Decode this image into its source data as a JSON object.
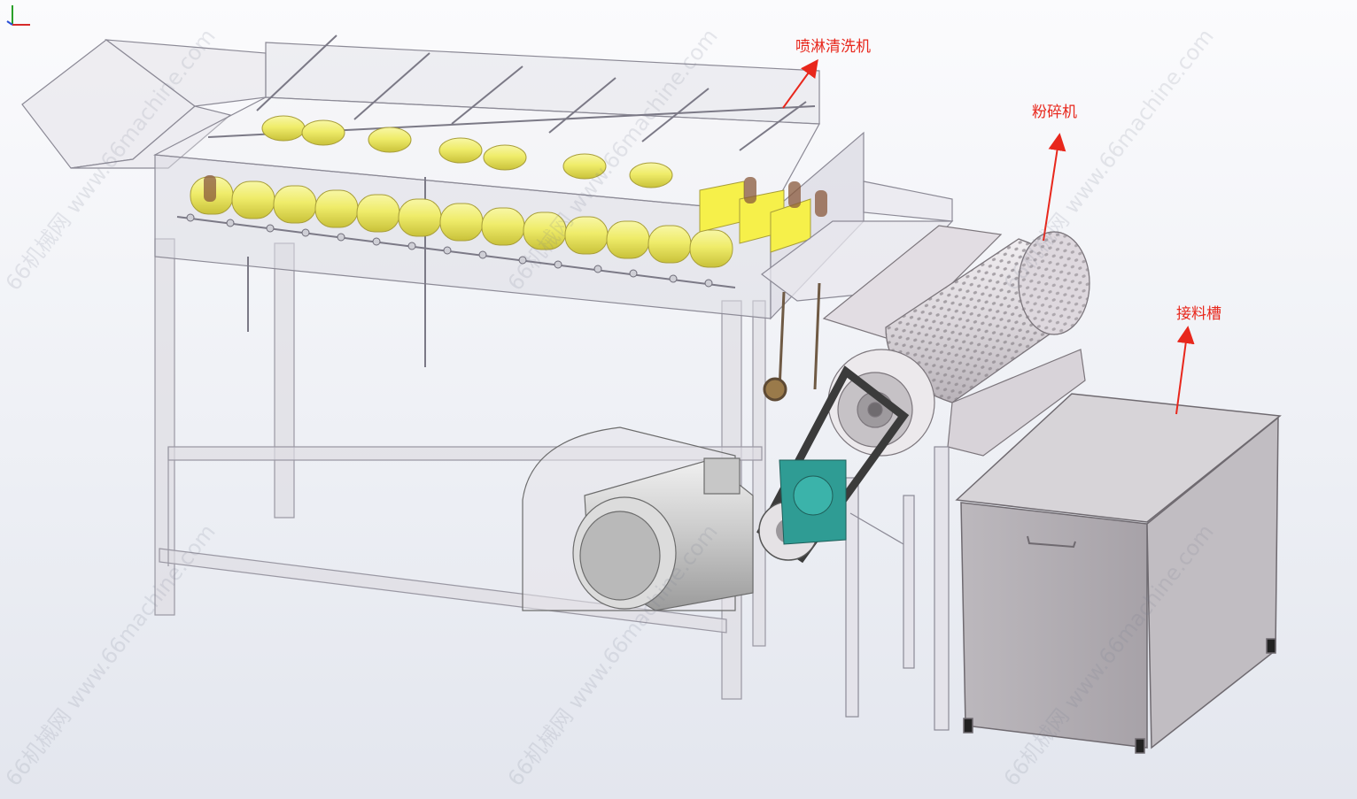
{
  "labels": {
    "spray_washer": "喷淋清洗机",
    "crusher": "粉碎机",
    "receiving_tank": "接料槽"
  },
  "watermark": {
    "text": "66机械网 www.66machine.com"
  },
  "colors": {
    "annotation": "#e8271c",
    "roller": "#f2ef7a",
    "brush": "#8a5a3c",
    "gearbox": "#2f9c94",
    "motor": "#d6d6d6",
    "tank": "#b2aeb4"
  }
}
